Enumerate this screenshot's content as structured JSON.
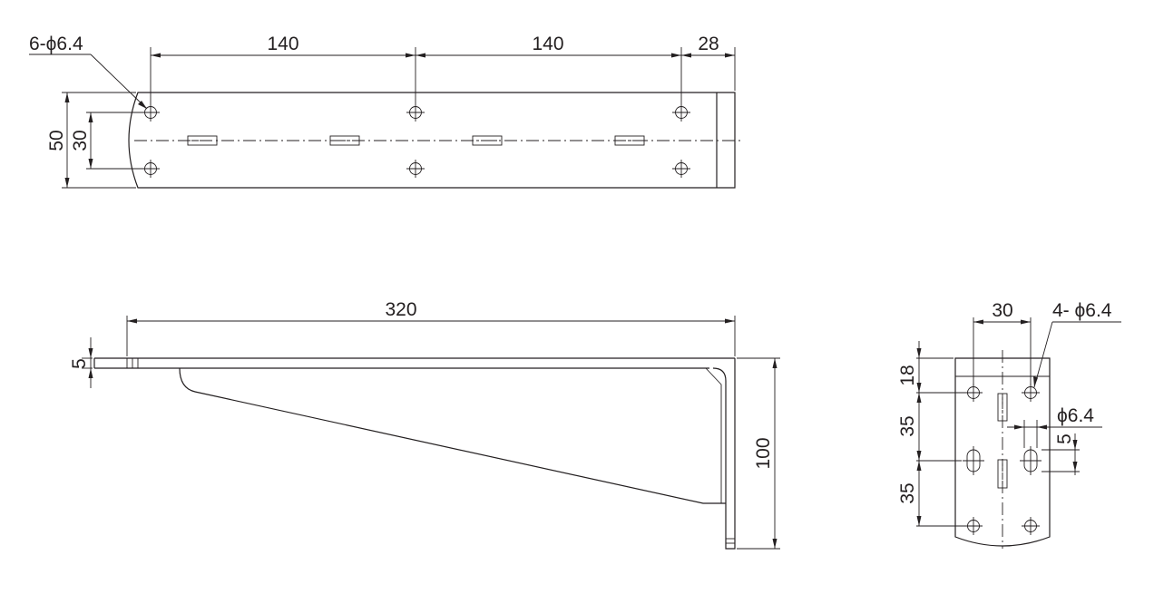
{
  "top_view": {
    "hole_callout": "6-ϕ6.4",
    "dim_pitch_1": "140",
    "dim_pitch_2": "140",
    "dim_end": "28",
    "dim_width": "50",
    "dim_hole_pitch": "30"
  },
  "side_view": {
    "dim_length": "320",
    "dim_thickness": "5",
    "dim_height": "100"
  },
  "end_view": {
    "dim_hole_pitch_x": "30",
    "hole_callout": "4- ϕ6.4",
    "slot_callout": "ϕ6.4",
    "dim_slot_length": "5",
    "dim_top_offset": "18",
    "dim_pitch_1": "35",
    "dim_pitch_2": "35"
  }
}
